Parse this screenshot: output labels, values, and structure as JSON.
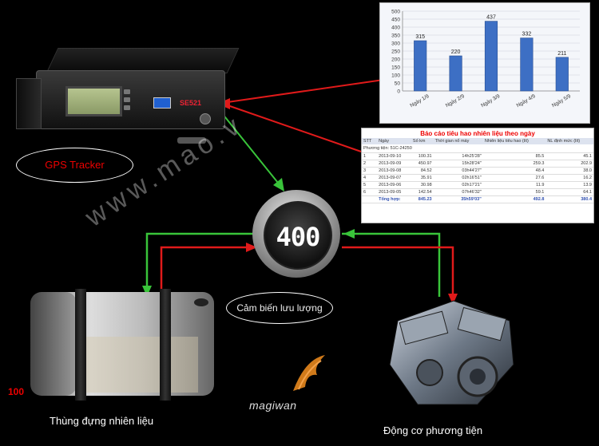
{
  "colors": {
    "green_line": "#39c43a",
    "red_line": "#e01a1a",
    "label_red": "#e00000"
  },
  "device": {
    "label": "SE521",
    "bubble_label": "GPS Tracker"
  },
  "sensor": {
    "value": "400",
    "bubble_label": "Cảm biến lưu lượng"
  },
  "tank": {
    "scale_label": "100",
    "caption": "Thùng đựng nhiên liệu"
  },
  "engine": {
    "caption": "Động cơ phương tiện"
  },
  "logo": {
    "text": "magiwan"
  },
  "watermark": {
    "text": "www.mao.v"
  },
  "chart_data": {
    "type": "bar",
    "categories": [
      "Ngày 1/9",
      "Ngày 2/9",
      "Ngày 3/9",
      "Ngày 4/9",
      "Ngày 5/9"
    ],
    "values": [
      315,
      220,
      437,
      332,
      211
    ],
    "ylim": [
      0,
      500
    ],
    "yticks": [
      0,
      50,
      100,
      150,
      200,
      250,
      300,
      350,
      400,
      450,
      500
    ],
    "grid": true
  },
  "report": {
    "title": "Báo cáo tiêu hao nhiên liệu theo ngày",
    "vehicle": "Phương tiện: 51C-24250",
    "headers": [
      "STT",
      "Ngày",
      "Số km",
      "Thời gian nổ máy",
      "Nhiên liệu tiêu hao (lít)",
      "NL định mức (lít)"
    ],
    "rows": [
      [
        "1",
        "2013-09-10",
        "100.31",
        "14h25'28\"",
        "85.5",
        "45.1"
      ],
      [
        "2",
        "2013-09-09",
        "450.97",
        "15h28'24\"",
        "259.3",
        "202.9"
      ],
      [
        "3",
        "2013-09-08",
        "84.52",
        "03h44'27\"",
        "48.4",
        "38.0"
      ],
      [
        "4",
        "2013-09-07",
        "35.91",
        "02h16'51\"",
        "27.6",
        "16.2"
      ],
      [
        "5",
        "2013-09-06",
        "30.98",
        "02h17'21\"",
        "11.9",
        "13.9"
      ],
      [
        "6",
        "2013-09-05",
        "142.54",
        "07h46'32\"",
        "59.1",
        "64.1"
      ]
    ],
    "total": [
      "",
      "Tổng hợp:",
      "845.23",
      "35h59'03\"",
      "492.8",
      "380.4"
    ]
  }
}
